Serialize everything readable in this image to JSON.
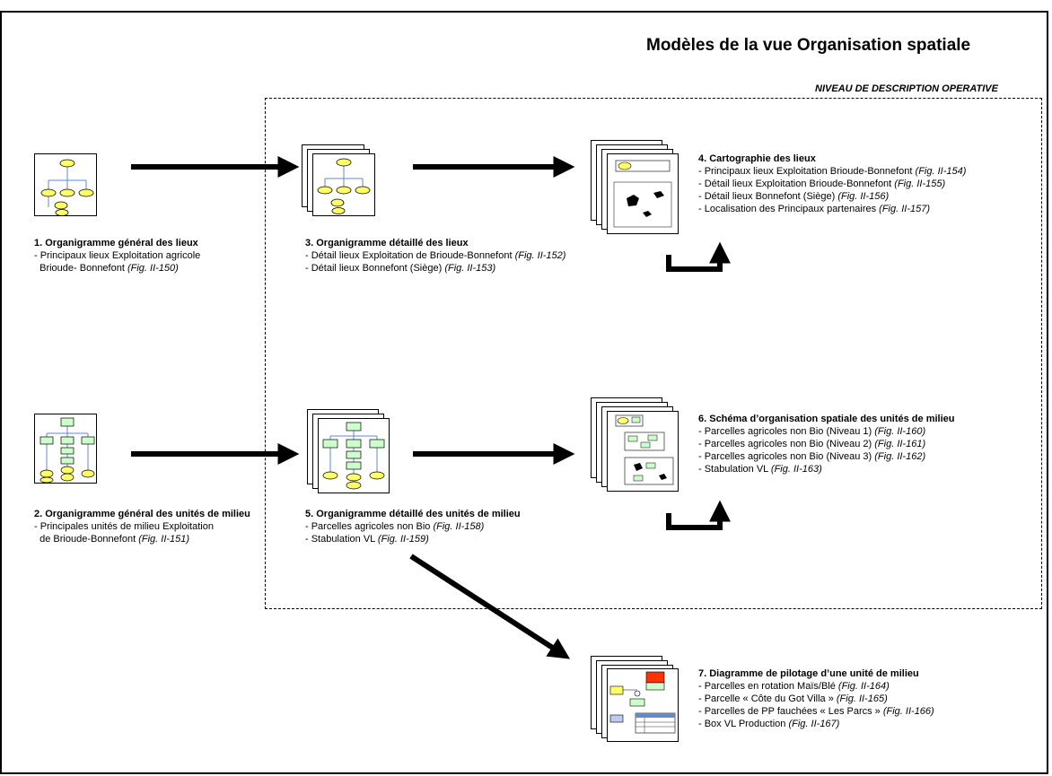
{
  "title": "Modèles de la vue Organisation spatiale",
  "level_label": "NIVEAU DE DESCRIPTION OPERATIVE",
  "items": [
    {
      "heading": "1. Organigramme général des lieux",
      "lines": [
        {
          "text": "- Principaux lieux Exploitation agricole",
          "ref": ""
        },
        {
          "text": "  Brioude- Bonnefont ",
          "ref": "(Fig. II-150)"
        }
      ]
    },
    {
      "heading": "3. Organigramme détaillé des lieux",
      "lines": [
        {
          "text": "- Détail lieux Exploitation de Brioude-Bonnefont ",
          "ref": "(Fig. II-152)"
        },
        {
          "text": "- Détail lieux Bonnefont (Siège) ",
          "ref": "(Fig. II-153)"
        }
      ]
    },
    {
      "heading": "4. Cartographie des lieux",
      "lines": [
        {
          "text": "- Principaux lieux Exploitation Brioude-Bonnefont ",
          "ref": "(Fig. II-154)"
        },
        {
          "text": "- Détail lieux Exploitation Brioude-Bonnefont ",
          "ref": "(Fig. II-155)"
        },
        {
          "text": "- Détail lieux Bonnefont (Siège) ",
          "ref": "(Fig. II-156)"
        },
        {
          "text": "- Localisation des Principaux partenaires ",
          "ref": "(Fig. II-157)"
        }
      ]
    },
    {
      "heading": "2. Organigramme général des unités de milieu",
      "lines": [
        {
          "text": "- Principales unités de milieu Exploitation",
          "ref": ""
        },
        {
          "text": "  de Brioude-Bonnefont ",
          "ref": "(Fig. II-151)"
        }
      ]
    },
    {
      "heading": "5. Organigramme détaillé des unités de milieu",
      "lines": [
        {
          "text": "- Parcelles agricoles non Bio ",
          "ref": "(Fig. II-158)"
        },
        {
          "text": "- Stabulation VL ",
          "ref": "(Fig. II-159)"
        }
      ]
    },
    {
      "heading": "6. Schéma d’organisation spatiale des unités de milieu",
      "lines": [
        {
          "text": "- Parcelles agricoles non Bio (Niveau 1) ",
          "ref": "(Fig. II-160)"
        },
        {
          "text": "- Parcelles agricoles non Bio (Niveau 2) ",
          "ref": "(Fig. II-161)"
        },
        {
          "text": "- Parcelles agricoles non Bio (Niveau 3) ",
          "ref": "(Fig. II-162)"
        },
        {
          "text": "- Stabulation VL ",
          "ref": "(Fig. II-163)"
        }
      ]
    },
    {
      "heading": "7. Diagramme de pilotage d’une unité de milieu",
      "lines": [
        {
          "text": "- Parcelles en rotation Maïs/Blé ",
          "ref": "(Fig. II-164)"
        },
        {
          "text": "- Parcelle « Côte du Got Villa » ",
          "ref": "(Fig. II-165)"
        },
        {
          "text": "- Parcelles de PP fauchées « Les Parcs » ",
          "ref": "(Fig. II-166)"
        },
        {
          "text": "- Box VL Production ",
          "ref": "(Fig. II-167)"
        }
      ]
    }
  ],
  "colors": {
    "node_yellow": "#ffff66",
    "node_green": "#ccffcc",
    "node_red": "#ff3300",
    "line_blue": "#6688cc"
  }
}
